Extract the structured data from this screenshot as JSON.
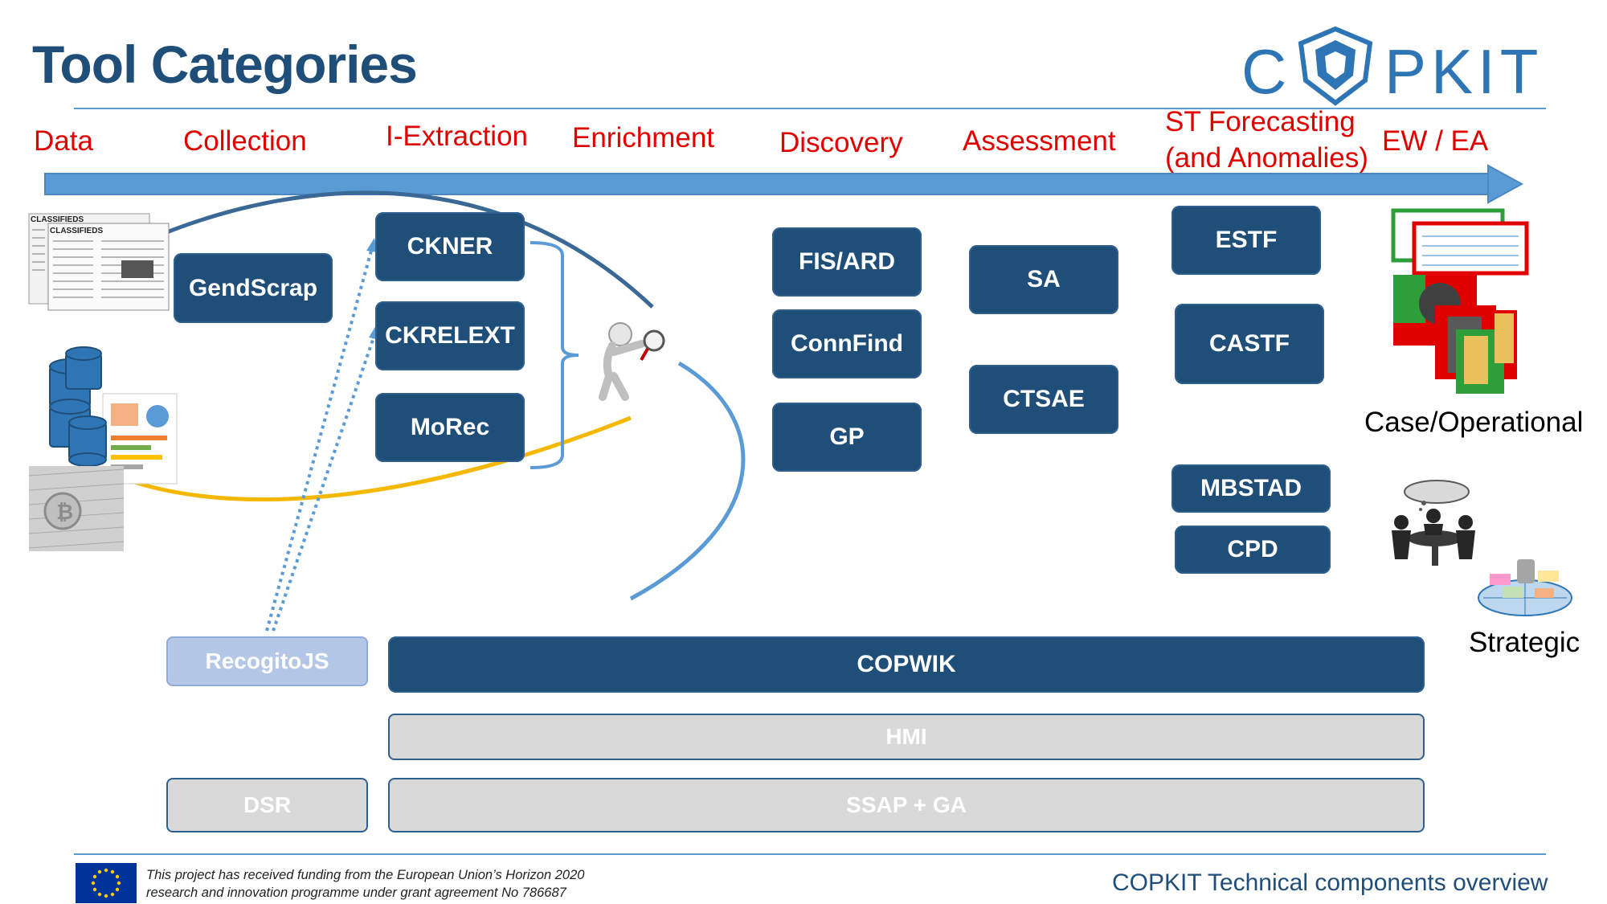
{
  "title": "Tool Categories",
  "logo": {
    "left": "C",
    "right": "PKIT"
  },
  "stages": [
    "Data",
    "Collection",
    "I-Extraction",
    "Enrichment",
    "Discovery",
    "Assessment",
    "ST Forecasting",
    "(and Anomalies)",
    "EW / EA"
  ],
  "tools": {
    "gendscrap": "GendScrap",
    "ckner": "CKNER",
    "ckrelext": "CKRELEXT",
    "morec": "MoRec",
    "fisard": "FIS/ARD",
    "connfind": "ConnFind",
    "gp": "GP",
    "sa": "SA",
    "ctsae": "CTSAE",
    "estf": "ESTF",
    "castf": "CASTF",
    "mbstad": "MBSTAD",
    "cpd": "CPD",
    "recogitojs": "RecogitoJS",
    "copwik": "COPWIK",
    "hmi": "HMI",
    "dsr": "DSR",
    "ssapga": "SSAP + GA"
  },
  "outcomes": {
    "case": "Case/Operational",
    "strategic": "Strategic"
  },
  "data_images": {
    "classifieds_1": "CLASSIFIEDS",
    "classifieds_2": "CLASSIFIEDS"
  },
  "footer": {
    "funding_line1": "This project has received funding from the European Union’s Horizon 2020",
    "funding_line2": "research and innovation programme under grant agreement No 786687",
    "caption": "COPKIT Technical components overview"
  },
  "colors": {
    "tool": "#1f4e79",
    "stage": "#e00000",
    "arrow": "#5b9bd5",
    "accent_yellow": "#f5b800"
  }
}
